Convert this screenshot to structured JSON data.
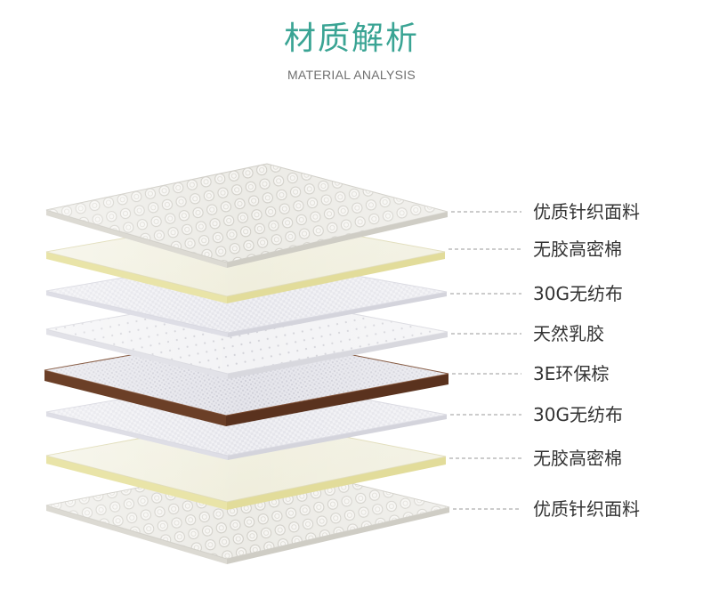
{
  "header": {
    "title": "材质解析",
    "subtitle": "MATERIAL ANALYSIS"
  },
  "colors": {
    "accent": "#3aa494",
    "leader_line": "#9a9a9a",
    "label_text": "#333333"
  },
  "layers": [
    {
      "name": "knit-fabric-top",
      "label": "优质针织面料",
      "style": "quilted"
    },
    {
      "name": "glueless-cotton-top",
      "label": "无胶高密棉",
      "style": "foam"
    },
    {
      "name": "nonwoven-top",
      "label": "30G无纺布",
      "style": "nonwoven"
    },
    {
      "name": "latex",
      "label": "天然乳胶",
      "style": "latex"
    },
    {
      "name": "coir",
      "label": "3E环保棕",
      "style": "coir"
    },
    {
      "name": "nonwoven-bottom",
      "label": "30G无纺布",
      "style": "nonwoven"
    },
    {
      "name": "glueless-cotton-bottom",
      "label": "无胶高密棉",
      "style": "foam"
    },
    {
      "name": "knit-fabric-bottom",
      "label": "优质针织面料",
      "style": "quilted"
    }
  ]
}
